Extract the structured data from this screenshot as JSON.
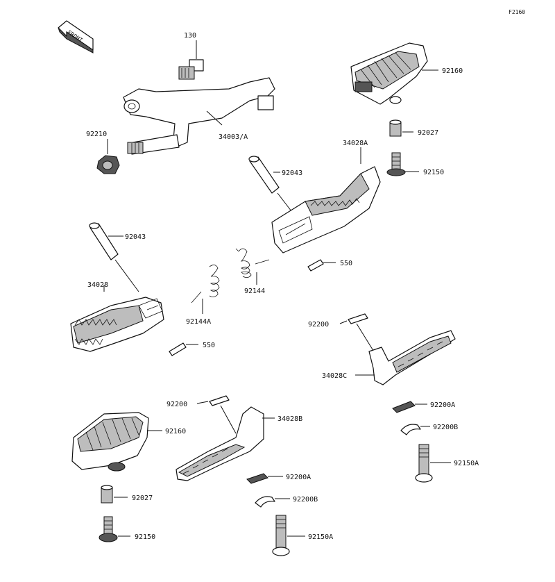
{
  "figure_code": "F2160",
  "front_marker": "FRONT",
  "callouts": {
    "p130": "130",
    "p34003": "34003/A",
    "p92210": "92210",
    "p92160_top": "92160",
    "p92027_top": "92027",
    "p92150_top": "92150",
    "p34028A": "34028A",
    "p92043_right": "92043",
    "p550_right": "550",
    "p92144": "92144",
    "p92043_left": "92043",
    "p34028": "34028",
    "p92144A": "92144A",
    "p550_left": "550",
    "p92200_right": "92200",
    "p34028C": "34028C",
    "p92200A_right": "92200A",
    "p92200B_right": "92200B",
    "p92150A_right": "92150A",
    "p92200_left": "92200",
    "p34028B": "34028B",
    "p92160_bottom": "92160",
    "p92200A_left": "92200A",
    "p92200B_left": "92200B",
    "p92027_bottom": "92027",
    "p92150A_left": "92150A",
    "p92150_bottom": "92150"
  }
}
